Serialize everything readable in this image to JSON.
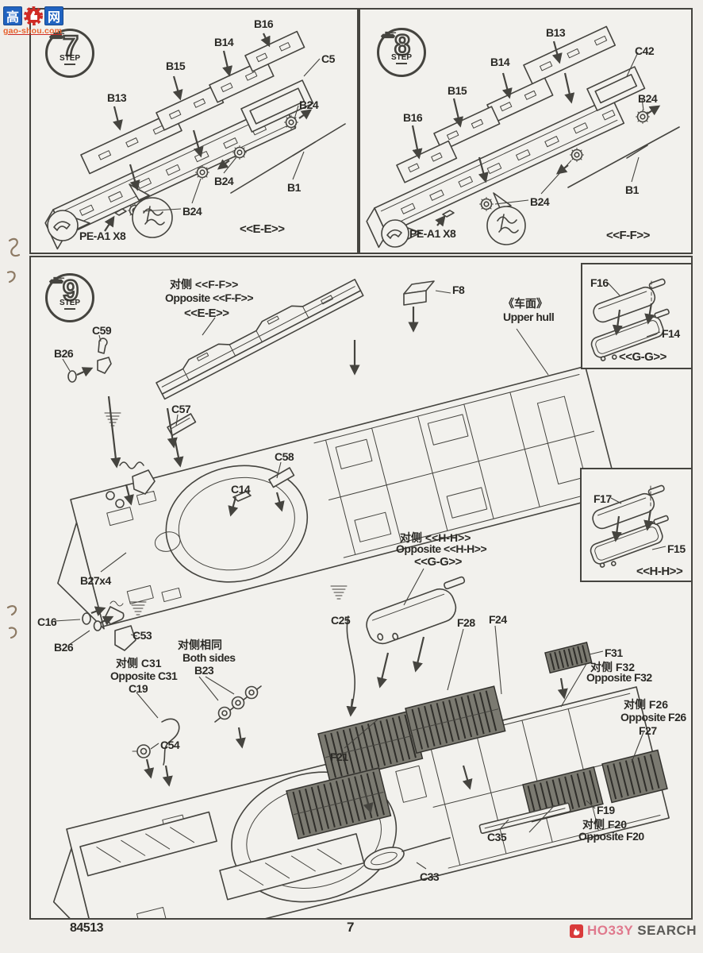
{
  "watermark": {
    "char_left": "高",
    "char_right": "网",
    "domain": "gao-shou.com"
  },
  "steps": {
    "step7": {
      "number": "7",
      "step_label": "STEP",
      "section_ref": "<<E-E>>",
      "pe_note": "PE-A1 X8",
      "parts": {
        "b13": "B13",
        "b14": "B14",
        "b15": "B15",
        "b16": "B16",
        "c5": "C5",
        "b24": "B24",
        "b1": "B1"
      }
    },
    "step8": {
      "number": "8",
      "step_label": "STEP",
      "section_ref": "<<F-F>>",
      "pe_note": "PE-A1 X8",
      "parts": {
        "b13": "B13",
        "b14": "B14",
        "b15": "B15",
        "b16": "B16",
        "c42": "C42",
        "b24": "B24",
        "b1": "B1"
      }
    },
    "step9": {
      "number": "9",
      "step_label": "STEP",
      "notes": {
        "opposite_ff_cn": "对侧 <<F-F>>",
        "opposite_ff_en": "Opposite <<F-F>>",
        "ee_ref": "<<E-E>>",
        "upper_hull_cn": "《车面》",
        "upper_hull_en": "Upper hull",
        "opposite_hh_cn": "对侧 <<H-H>>",
        "opposite_hh_en": "Opposite <<H-H>>",
        "gg_ref": "<<G-G>>",
        "both_sides_cn": "对侧相同",
        "both_sides_en": "Both sides",
        "opposite_c31_cn": "对侧 C31",
        "opposite_c31_en": "Opposite C31",
        "opposite_f32_cn": "对侧 F32",
        "opposite_f32_en": "Opposite F32",
        "opposite_f26_cn": "对侧 F26",
        "opposite_f26_en": "Opposite F26",
        "opposite_f20_cn": "对侧 F20",
        "opposite_f20_en": "Opposite F20"
      },
      "parts": {
        "f8": "F8",
        "c59": "C59",
        "b26": "B26",
        "c57": "C57",
        "c58": "C58",
        "c14": "C14",
        "b27x4": "B27x4",
        "c16": "C16",
        "c53": "C53",
        "c19": "C19",
        "b23": "B23",
        "c54": "C54",
        "c25": "C25",
        "f28": "F28",
        "f24": "F24",
        "f31": "F31",
        "f27": "F27",
        "f21": "F21",
        "c35": "C35",
        "c33": "C33",
        "f19": "F19"
      },
      "inset_gg": {
        "f16": "F16",
        "f14": "F14",
        "ref": "<<G-G>>"
      },
      "inset_hh": {
        "f17": "F17",
        "f15": "F15",
        "ref": "<<H-H>>"
      }
    }
  },
  "footer": {
    "kit_number": "84513",
    "page_number": "7",
    "brand_first": "HO33Y",
    "brand_second": "SEARCH"
  },
  "colors": {
    "ink": "#45443f",
    "paper": "#f0eeea",
    "brand_pink": "#e0798d",
    "brand_red": "#d93a3a",
    "watermark_blue": "#2163c0",
    "watermark_red": "#cf2a24",
    "watermark_orange": "#e8622d"
  }
}
